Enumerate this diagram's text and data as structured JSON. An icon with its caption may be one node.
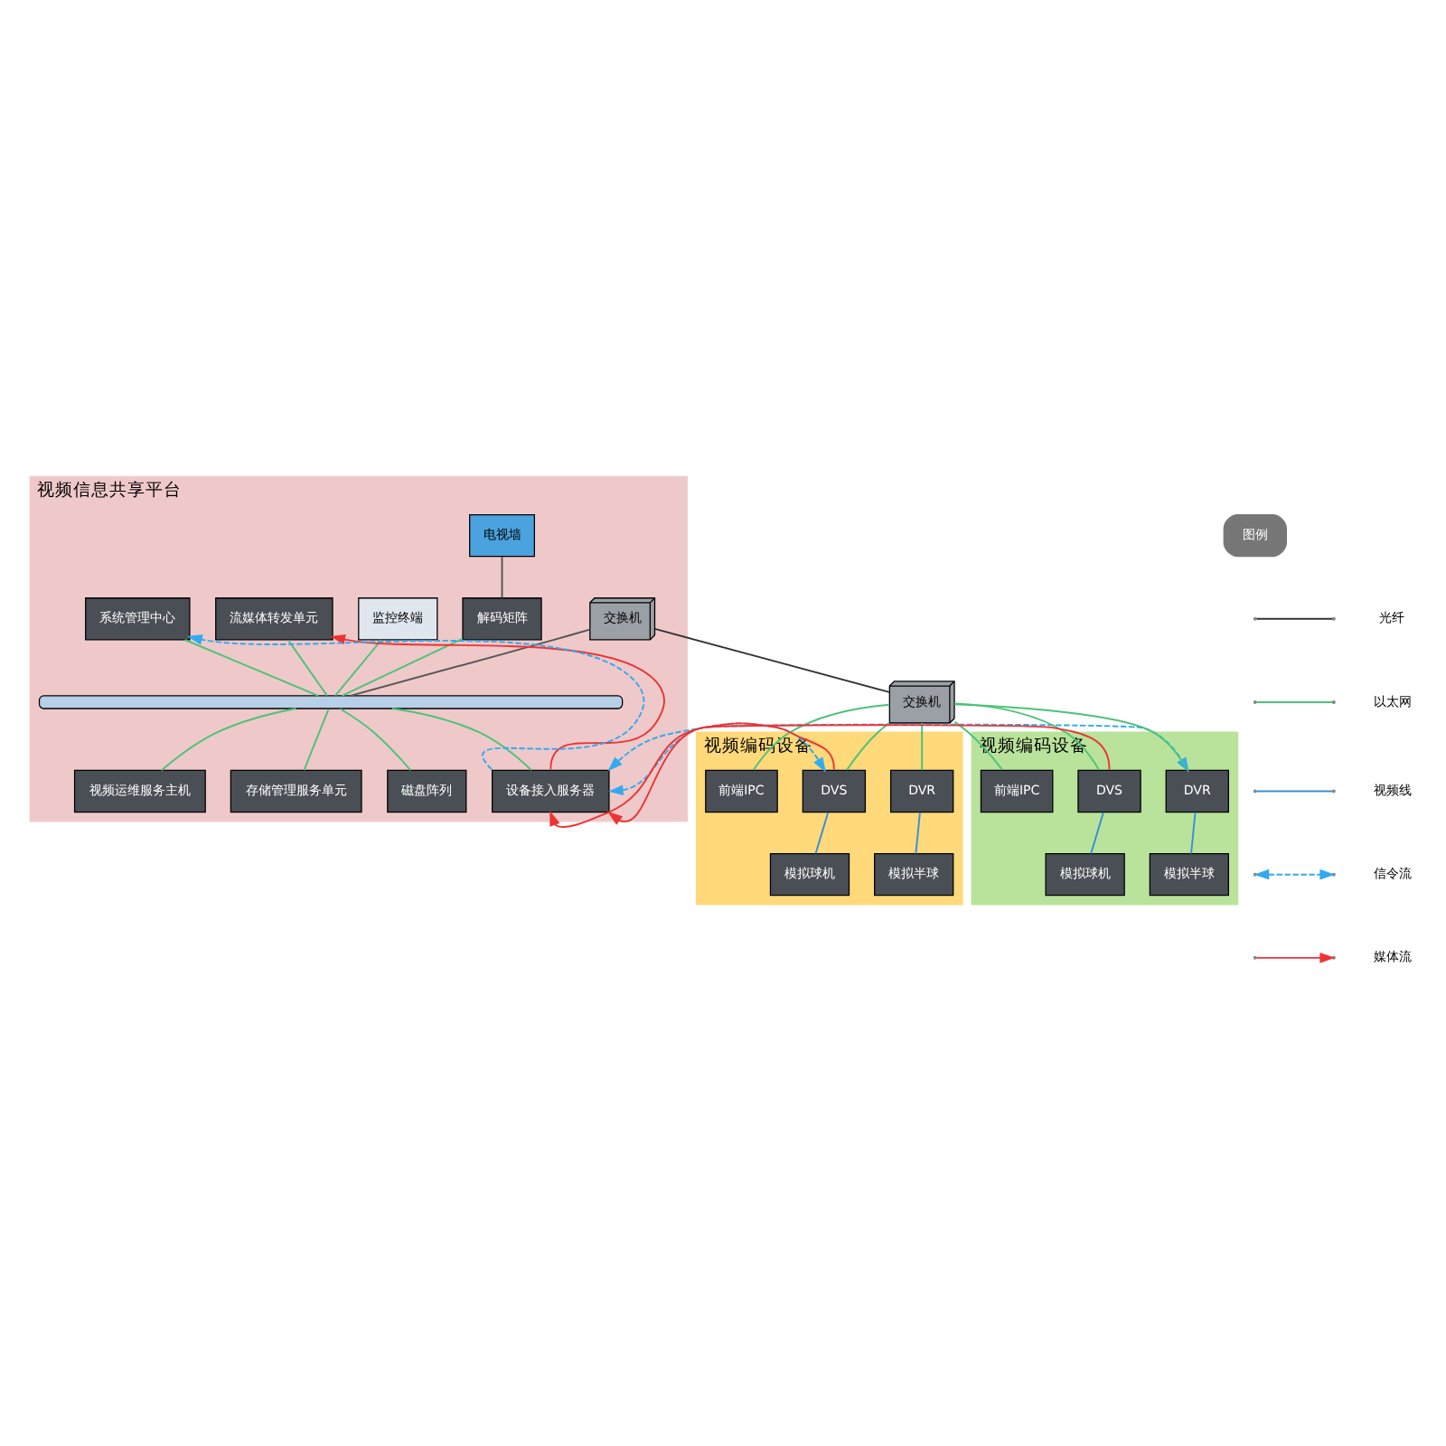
{
  "diagram": {
    "nodes": [
      {
        "text": [
          "视频信息共享平台"
        ]
      },
      {
        "text": [
          "电视墙"
        ],
        "in": 0
      },
      {
        "text": [
          "解码矩阵"
        ],
        "in": 0
      },
      {
        "text": [
          "监控终端"
        ],
        "in": 0
      },
      {
        "text": [
          "流媒体转发单元"
        ],
        "in": 0
      },
      {
        "text": [
          "系统管理中心"
        ],
        "in": 0
      },
      {
        "text": [],
        "shape": "bar",
        "in": 0
      },
      {
        "text": [
          "交换机"
        ],
        "in": 0
      },
      {
        "text": [
          "视频运维服务主机"
        ],
        "in": 0
      },
      {
        "text": [
          "存储管理服务单元"
        ],
        "in": 0
      },
      {
        "text": [
          "磁盘阵列"
        ],
        "in": 0
      },
      {
        "text": [
          "设备接入服务器"
        ],
        "in": 0
      },
      {
        "text": [
          "交换机"
        ]
      },
      {
        "text": [
          "视频编码设备"
        ]
      },
      {
        "text": [
          "DVR"
        ],
        "in": 13
      },
      {
        "text": [
          "DVS"
        ],
        "in": 13
      },
      {
        "text": [
          "前端IPC"
        ],
        "in": 13
      },
      {
        "text": [
          "模拟半球"
        ],
        "in": 13
      },
      {
        "text": [
          "模拟球机"
        ],
        "in": 13
      },
      {
        "text": [
          "视频编码设备"
        ]
      },
      {
        "text": [
          "DVR"
        ],
        "in": 19
      },
      {
        "text": [
          "DVS"
        ],
        "in": 19
      },
      {
        "text": [
          "前端IPC"
        ],
        "in": 19
      },
      {
        "text": [
          "模拟半球"
        ],
        "in": 19
      },
      {
        "text": [
          "模拟球机"
        ],
        "in": 19
      }
    ],
    "edges": [
      {
        "from": 1,
        "to": 2,
        "arrow": "none",
        "color": "#555555"
      },
      {
        "from": 2,
        "to": 6,
        "arrow": "none"
      },
      {
        "from": 3,
        "to": 6,
        "arrow": "none"
      },
      {
        "from": 4,
        "to": 6,
        "arrow": "none"
      },
      {
        "from": 5,
        "to": 6,
        "arrow": "none"
      },
      {
        "from": 7,
        "to": 6,
        "arrow": "none",
        "color": "#555555"
      },
      {
        "from": 6,
        "to": 8,
        "arrow": "none"
      },
      {
        "from": 6,
        "to": 9,
        "arrow": "none"
      },
      {
        "from": 6,
        "to": 10,
        "arrow": "none"
      },
      {
        "from": 6,
        "to": 11,
        "arrow": "none"
      },
      {
        "from": 7,
        "to": 12,
        "arrow": "none",
        "color": "#333333"
      },
      {
        "from": 12,
        "to": 16,
        "arrow": "none"
      },
      {
        "from": 12,
        "to": 14,
        "arrow": "none"
      },
      {
        "from": 12,
        "to": 15,
        "arrow": "none"
      },
      {
        "from": 12,
        "to": 22,
        "arrow": "none"
      },
      {
        "from": 12,
        "to": 20,
        "arrow": "none"
      },
      {
        "from": 12,
        "to": 21,
        "arrow": "none"
      },
      {
        "from": 14,
        "to": 17,
        "arrow": "none",
        "color": "#3a8fd6"
      },
      {
        "from": 15,
        "to": 18,
        "arrow": "none",
        "color": "#3a8fd6"
      },
      {
        "from": 20,
        "to": 23,
        "arrow": "none",
        "color": "#3a8fd6"
      },
      {
        "from": 21,
        "to": 24,
        "arrow": "none",
        "color": "#3a8fd6"
      },
      {
        "from": 11,
        "to": 15,
        "arrow": "both",
        "style": "dashed",
        "color": "#33aaee"
      },
      {
        "from": 11,
        "to": 20,
        "arrow": "both",
        "style": "dashed",
        "color": "#33aaee"
      },
      {
        "from": 15,
        "to": 11,
        "arrow": "to",
        "color": "#ee3333"
      },
      {
        "from": 21,
        "to": 11,
        "arrow": "to",
        "color": "#ee3333"
      },
      {
        "from": 11,
        "to": 4,
        "arrow": "to",
        "color": "#ee3333"
      },
      {
        "from": 11,
        "to": 5,
        "arrow": "to",
        "style": "dashed",
        "color": "#33aaee"
      }
    ],
    "labels": [
      "图例"
    ],
    "legend": [
      {
        "text": "光纤"
      },
      {
        "text": "以太网"
      },
      {
        "text": "视频线"
      },
      {
        "text": "信令流"
      },
      {
        "text": "媒体流"
      }
    ]
  }
}
